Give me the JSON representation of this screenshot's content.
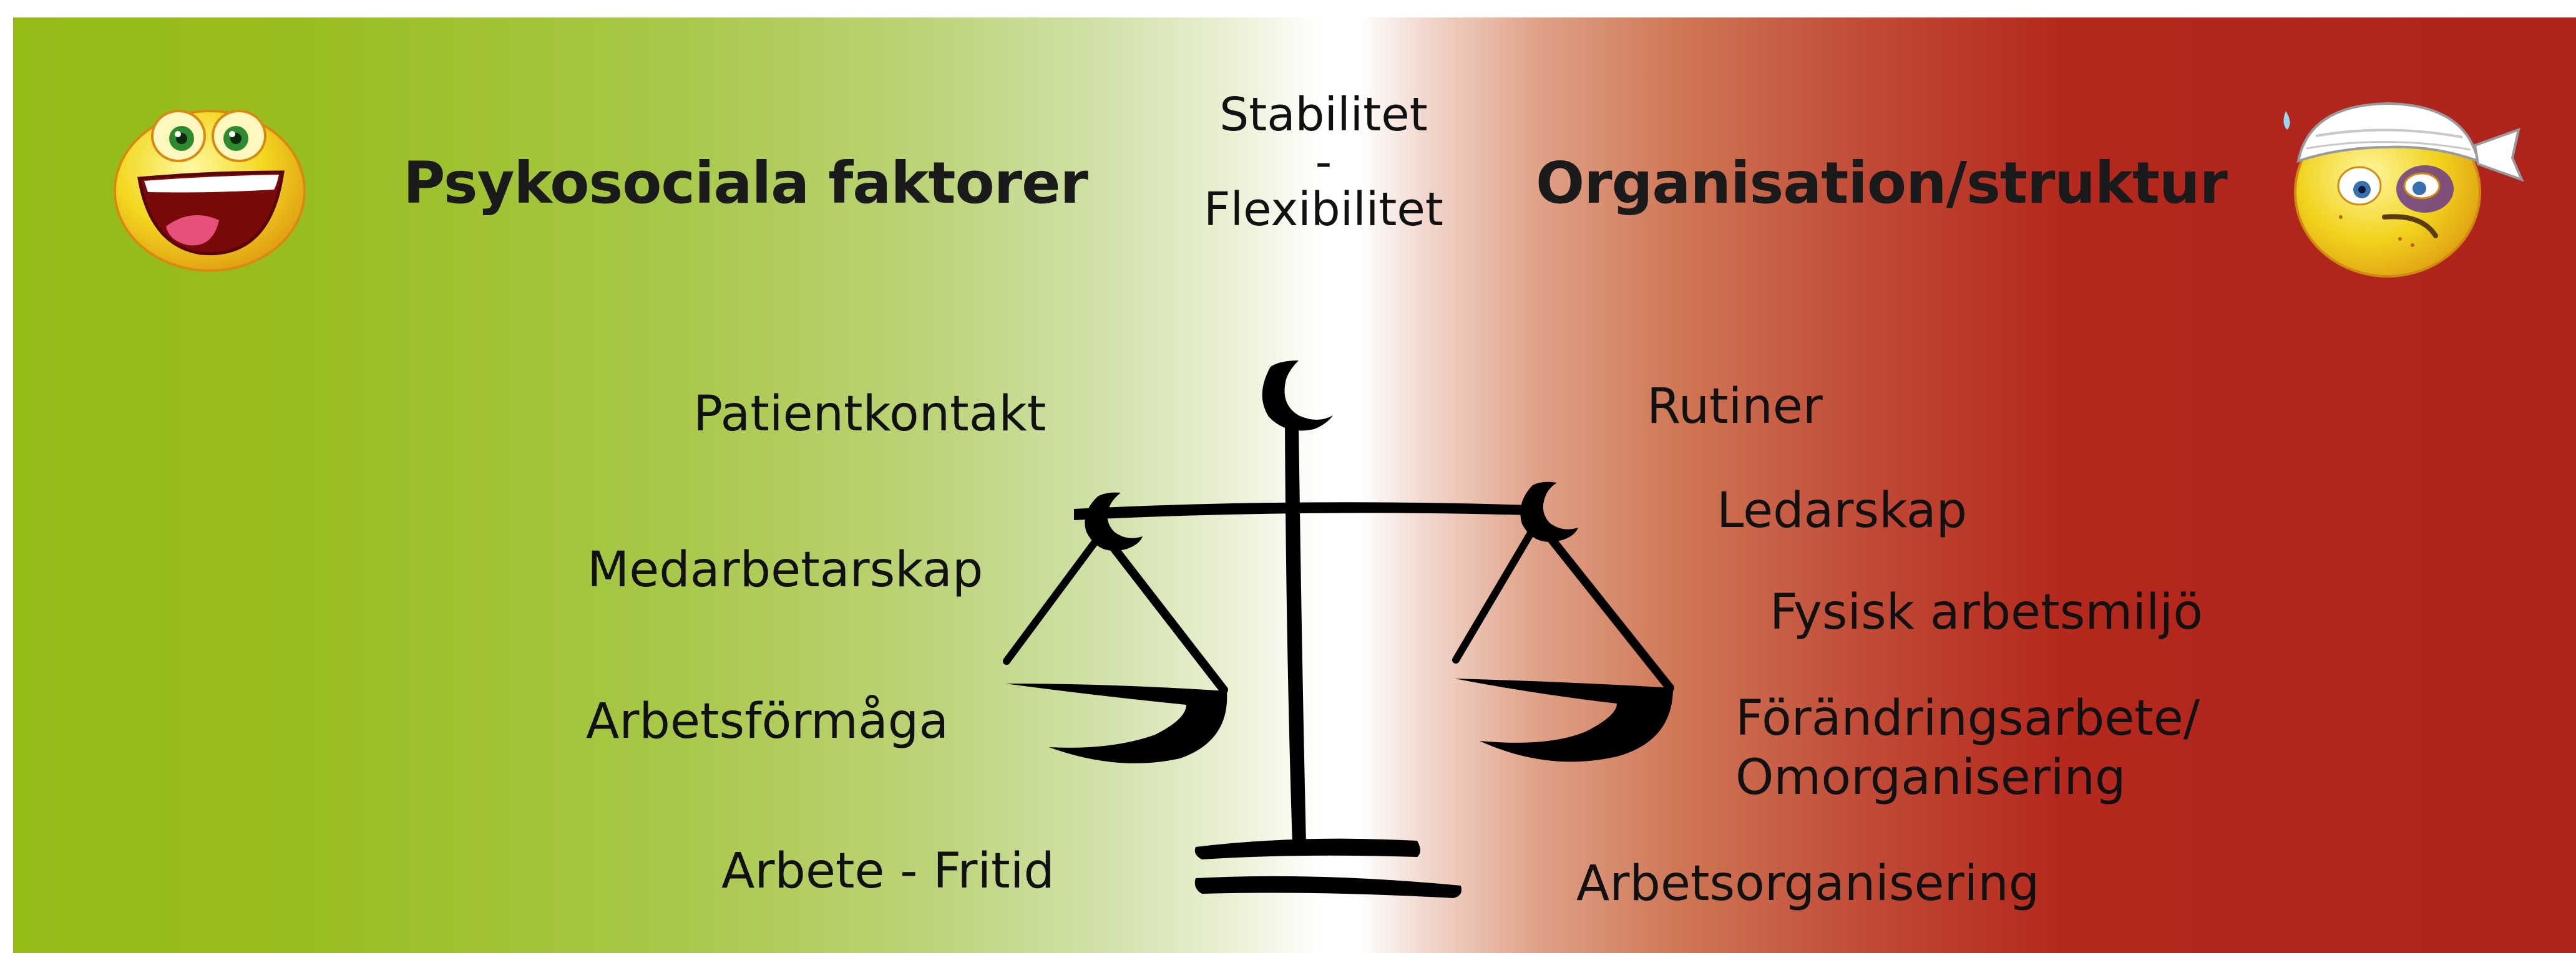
{
  "center": {
    "top": "Stabilitet",
    "separator": "-",
    "bottom": "Flexibilitet"
  },
  "left": {
    "heading": "Psykosociala faktorer",
    "items": [
      "Patientkontakt",
      "Medarbetarskap",
      "Arbetsförmåga",
      "Arbete - Fritid"
    ],
    "emoji": "laughing-face-icon"
  },
  "right": {
    "heading": "Organisation/struktur",
    "items": [
      "Rutiner",
      "Ledarskap",
      "Fysisk arbetsmiljö",
      "Förändringsarbete/",
      "Omorganisering",
      "Arbetsorganisering"
    ],
    "emoji": "bandaged-injured-face-icon"
  },
  "colors": {
    "left_gradient": "#95bb17",
    "center": "#ffffff",
    "right_gradient": "#ae231c",
    "scale": "#000000",
    "emoji_face": "#f3d820"
  },
  "center_icon": "balance-scale-icon"
}
